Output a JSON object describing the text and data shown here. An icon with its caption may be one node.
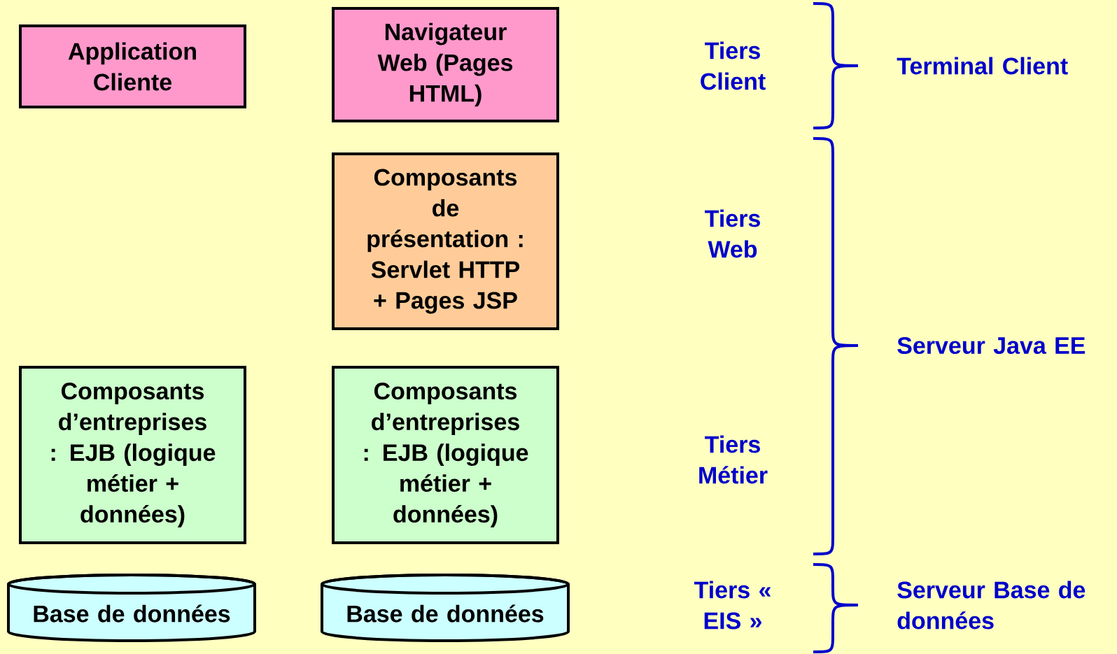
{
  "diagram": {
    "nodes": [
      {
        "text": [
          "Application Cliente"
        ]
      },
      {
        "text": [
          "Navigateur Web (Pages HTML)"
        ]
      },
      {
        "text": [
          "Composants de présentation : Servlet HTTP + Pages JSP"
        ]
      },
      {
        "text": [
          "Composants d’entreprises : EJB (logique métier + données)"
        ]
      },
      {
        "text": [
          "Composants d’entreprises : EJB (logique métier + données)"
        ]
      },
      {
        "text": [
          "Base de données"
        ]
      },
      {
        "text": [
          "Base de données"
        ]
      }
    ],
    "labels": [
      "Tiers Client",
      "Terminal Client",
      "Tiers Web",
      "Serveur Java EE",
      "Tiers Métier",
      "Tiers « EIS »",
      "Serveur Base de données"
    ]
  }
}
